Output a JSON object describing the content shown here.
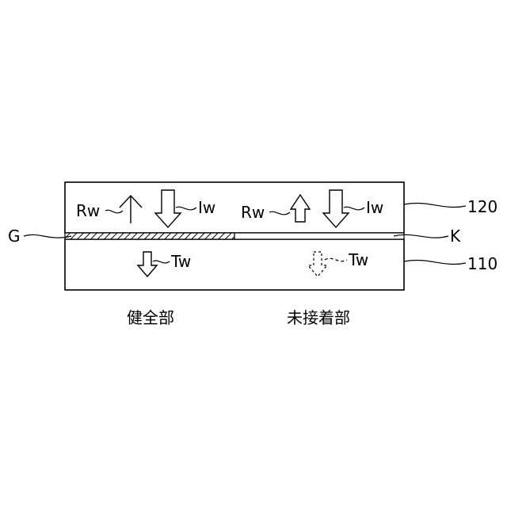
{
  "labels": {
    "rw_left": "Rw",
    "iw_left": "Iw",
    "rw_right": "Rw",
    "iw_right": "Iw",
    "tw_left": "Tw",
    "tw_right": "Tw",
    "ref_120": "120",
    "ref_110": "110",
    "ref_g": "G",
    "ref_k": "K"
  },
  "captions": {
    "sound_part": "健全部",
    "unbonded_part": "未接着部"
  },
  "colors": {
    "stroke": "#000000",
    "background": "#ffffff"
  }
}
